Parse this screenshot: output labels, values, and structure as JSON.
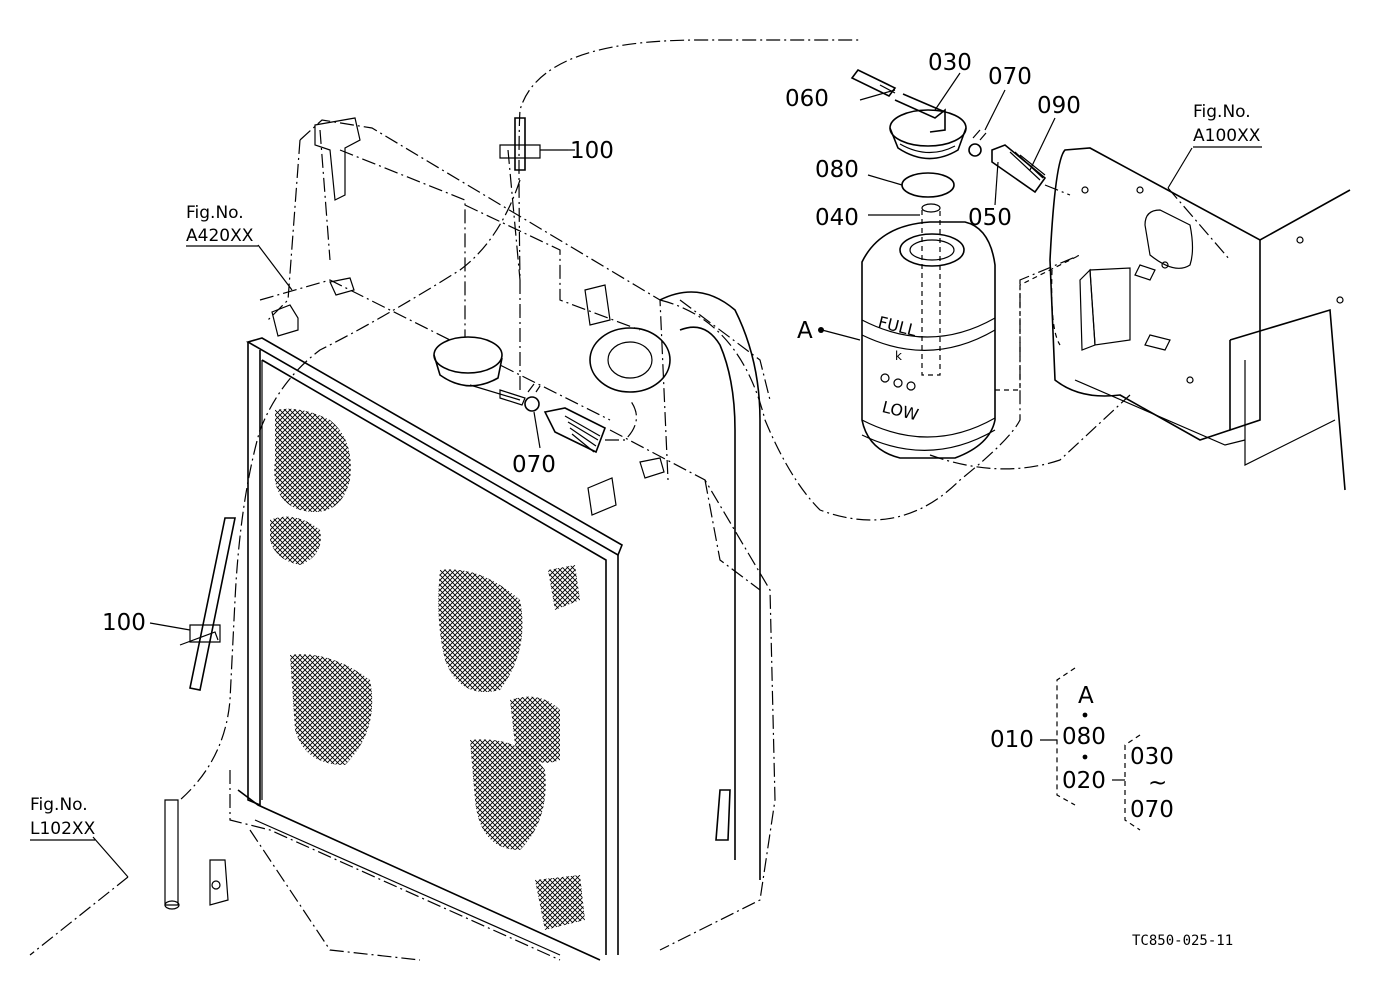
{
  "labels": {
    "p100_top": "100",
    "p100_left": "100",
    "p030": "030",
    "p060": "060",
    "p070_top": "070",
    "p090": "090",
    "p080": "080",
    "p040": "040",
    "p050": "050",
    "p070_mid": "070",
    "pA": "A"
  },
  "figrefs": {
    "a420": {
      "line1": "Fig.No.",
      "line2": "A420XX"
    },
    "a100": {
      "line1": "Fig.No.",
      "line2": "A100XX"
    },
    "l102": {
      "line1": "Fig.No.",
      "line2": "L102XX"
    }
  },
  "tank_marks": {
    "full": "FULL",
    "low": "LOW"
  },
  "assembly": {
    "parent": "010",
    "items": [
      "A",
      "080",
      "020"
    ],
    "sub_items": [
      "030",
      "~",
      "070"
    ]
  },
  "drawing_code": "TC850-025-11"
}
